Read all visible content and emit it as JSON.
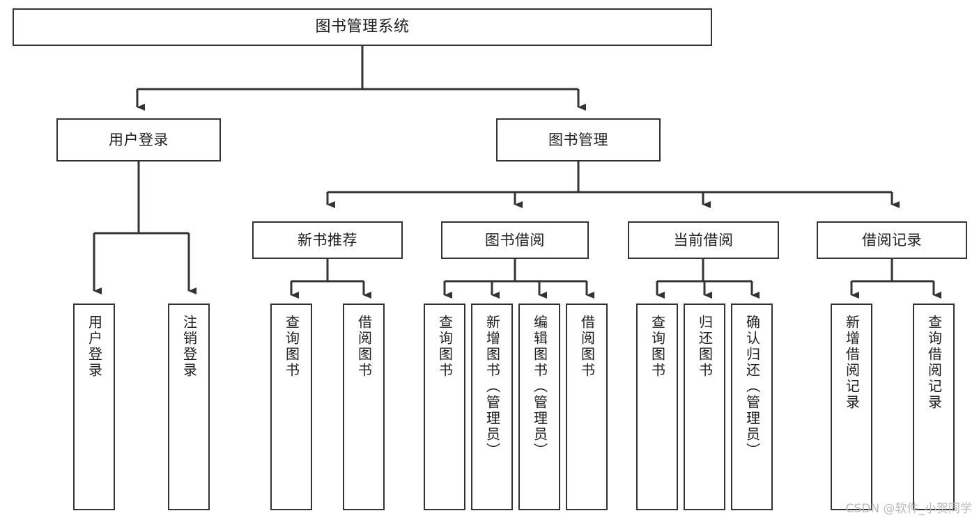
{
  "diagram": {
    "title": "图书管理系统",
    "watermark": "CSDN @软件_小贺同学",
    "line_color": "#333333",
    "box_fill": "#ffffff",
    "text_color": "#202020",
    "watermark_color": "#b9b9b9"
  },
  "nodes": {
    "root": {
      "label": "图书管理系统",
      "level": 0
    },
    "user_login": {
      "label": "用户登录",
      "level": 1
    },
    "book_manage": {
      "label": "图书管理",
      "level": 1
    },
    "new_book_rec": {
      "label": "新书推荐",
      "level": 2
    },
    "book_borrow": {
      "label": "图书借阅",
      "level": 2
    },
    "current_borrow": {
      "label": "当前借阅",
      "level": 2
    },
    "borrow_record": {
      "label": "借阅记录",
      "level": 2
    }
  },
  "leaves": {
    "user_login": [
      {
        "label": "用户登录"
      },
      {
        "label": "注销登录"
      }
    ],
    "new_book_rec": [
      {
        "label": "查询图书"
      },
      {
        "label": "借阅图书"
      }
    ],
    "book_borrow": [
      {
        "label": "查询图书"
      },
      {
        "label": "新增图书（管理员）"
      },
      {
        "label": "编辑图书（管理员）"
      },
      {
        "label": "借阅图书"
      }
    ],
    "current_borrow": [
      {
        "label": "查询图书"
      },
      {
        "label": "归还图书"
      },
      {
        "label": "确认归还（管理员）"
      }
    ],
    "borrow_record": [
      {
        "label": "新增借阅记录"
      },
      {
        "label": "查询借阅记录"
      }
    ]
  },
  "chart_data": {
    "type": "tree",
    "title": "图书管理系统",
    "root": "图书管理系统",
    "edges": [
      [
        "图书管理系统",
        "用户登录"
      ],
      [
        "图书管理系统",
        "图书管理"
      ],
      [
        "用户登录",
        "用户登录"
      ],
      [
        "用户登录",
        "注销登录"
      ],
      [
        "图书管理",
        "新书推荐"
      ],
      [
        "图书管理",
        "图书借阅"
      ],
      [
        "图书管理",
        "当前借阅"
      ],
      [
        "图书管理",
        "借阅记录"
      ],
      [
        "新书推荐",
        "查询图书"
      ],
      [
        "新书推荐",
        "借阅图书"
      ],
      [
        "图书借阅",
        "查询图书"
      ],
      [
        "图书借阅",
        "新增图书（管理员）"
      ],
      [
        "图书借阅",
        "编辑图书（管理员）"
      ],
      [
        "图书借阅",
        "借阅图书"
      ],
      [
        "当前借阅",
        "查询图书"
      ],
      [
        "当前借阅",
        "归还图书"
      ],
      [
        "当前借阅",
        "确认归还（管理员）"
      ],
      [
        "借阅记录",
        "新增借阅记录"
      ],
      [
        "借阅记录",
        "查询借阅记录"
      ]
    ]
  }
}
